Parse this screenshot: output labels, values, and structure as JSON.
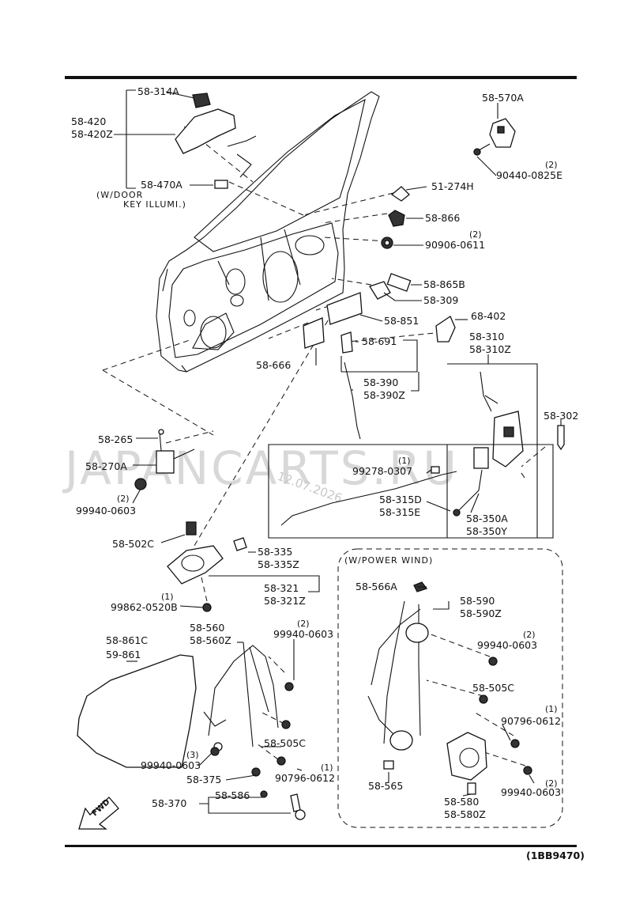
{
  "watermark": {
    "text": "JAPANCARTS.RU",
    "date": "12.07.2026"
  },
  "drawing_code": "(1BB9470)",
  "labels": {
    "p58_314A": "58-314A",
    "p58_420": "58-420",
    "p58_420Z": "58-420Z",
    "p58_470A": "58-470A",
    "note_door_key_1": "(W/DOOR",
    "note_door_key_2": "KEY ILLUMI.)",
    "p58_570A": "58-570A",
    "q90440": "(2)",
    "p90440": "90440-0825E",
    "p51_274H": "51-274H",
    "p58_866": "58-866",
    "q90906": "(2)",
    "p90906": "90906-0611",
    "p58_865B": "58-865B",
    "p58_309": "58-309",
    "p58_851": "58-851",
    "p68_402": "68-402",
    "p58_310": "58-310",
    "p58_310Z": "58-310Z",
    "p58_691": "58-691",
    "p58_666": "58-666",
    "p58_390": "58-390",
    "p58_390Z": "58-390Z",
    "p58_302": "58-302",
    "p58_265": "58-265",
    "p58_270A": "58-270A",
    "q99940_a": "(2)",
    "p99940_a": "99940-0603",
    "q99278": "(1)",
    "p99278": "99278-0307",
    "p58_315D": "58-315D",
    "p58_315E": "58-315E",
    "p58_350A": "58-350A",
    "p58_350Y": "58-350Y",
    "p58_502C": "58-502C",
    "p58_335": "58-335",
    "p58_335Z": "58-335Z",
    "p58_321": "58-321",
    "p58_321Z": "58-321Z",
    "q99862": "(1)",
    "p99862": "99862-0520B",
    "note_power_wind": "(W/POWER WIND)",
    "p58_566A": "58-566A",
    "p58_590": "58-590",
    "p58_590Z": "58-590Z",
    "p58_560": "58-560",
    "p58_560Z": "58-560Z",
    "q99940_b": "(2)",
    "p99940_b": "99940-0603",
    "p58_861C": "58-861C",
    "p59_861": "59-861",
    "q99940_c": "(2)",
    "p99940_c": "99940-0603",
    "p58_505C_a": "58-505C",
    "q90796_a": "(1)",
    "p90796_a": "90796-0612",
    "p58_505C_b": "58-505C",
    "q99940_d": "(3)",
    "p99940_d": "99940-0603",
    "p58_375": "58-375",
    "q90796_b": "(1)",
    "p90796_b": "90796-0612",
    "p58_586": "58-586",
    "p58_370": "58-370",
    "p58_565": "58-565",
    "p58_580": "58-580",
    "p58_580Z": "58-580Z",
    "q99940_e": "(2)",
    "p99940_e": "99940-0603",
    "fwd": "FWD"
  }
}
